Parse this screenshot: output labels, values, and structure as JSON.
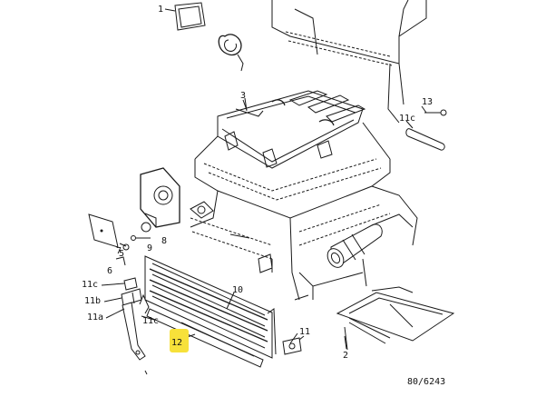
{
  "labels": {
    "l1": "1",
    "l2": "2",
    "l3": "3",
    "l5": "5",
    "l6": "6",
    "l7": "7",
    "l8": "8",
    "l9": "9",
    "l10": "10",
    "l11": "11",
    "l11a": "11a",
    "l11b": "11b",
    "l11c_left": "11c",
    "l11c_mid": "11c",
    "l11c_right": "11c",
    "l12": "12",
    "l13": "13"
  },
  "reference": "80/6243",
  "highlight_color": "#f7e13a"
}
